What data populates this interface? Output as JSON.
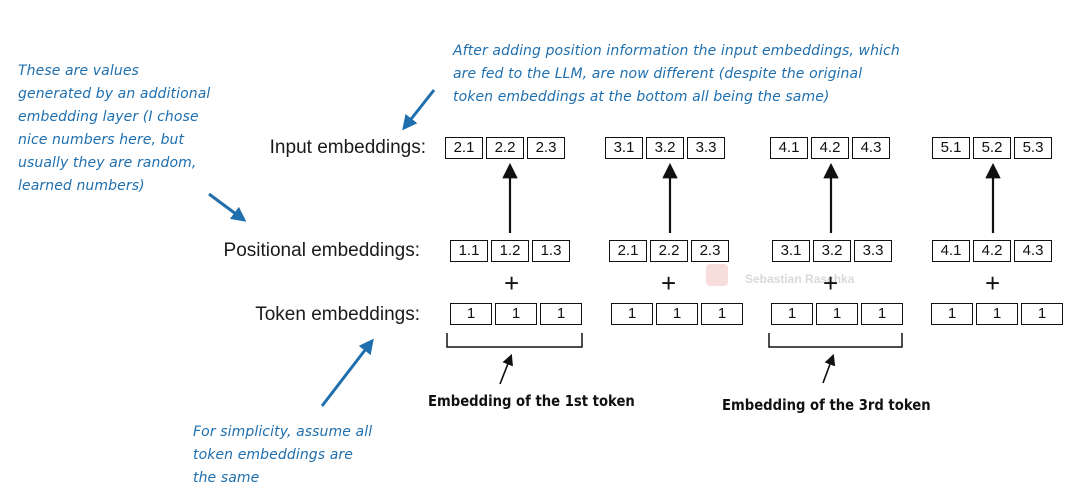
{
  "rows": {
    "input_label": "Input embeddings:",
    "positional_label": "Positional embeddings:",
    "token_label": "Token embeddings:"
  },
  "tokens": [
    {
      "input": [
        "2.1",
        "2.2",
        "2.3"
      ],
      "positional": [
        "1.1",
        "1.2",
        "1.3"
      ],
      "token": [
        "1",
        "1",
        "1"
      ]
    },
    {
      "input": [
        "3.1",
        "3.2",
        "3.3"
      ],
      "positional": [
        "2.1",
        "2.2",
        "2.3"
      ],
      "token": [
        "1",
        "1",
        "1"
      ]
    },
    {
      "input": [
        "4.1",
        "4.2",
        "4.3"
      ],
      "positional": [
        "3.1",
        "3.2",
        "3.3"
      ],
      "token": [
        "1",
        "1",
        "1"
      ]
    },
    {
      "input": [
        "5.1",
        "5.2",
        "5.3"
      ],
      "positional": [
        "4.1",
        "4.2",
        "4.3"
      ],
      "token": [
        "1",
        "1",
        "1"
      ]
    }
  ],
  "plus_symbol": "+",
  "notes": {
    "top": [
      "After adding position information the input embeddings, which",
      "are fed to the LLM, are now different (despite the original",
      "token embeddings at the bottom all being the same)"
    ],
    "left": [
      "These are values",
      "generated by an additional",
      "embedding layer (I chose",
      "nice numbers here, but",
      "usually they are random,",
      "learned numbers)"
    ],
    "bottom": [
      "For simplicity, assume all",
      "token embeddings are",
      "the same"
    ]
  },
  "captions": {
    "first": "Embedding of the 1st token",
    "third": "Embedding of the 3rd token"
  },
  "watermark": "Sebastian Raschka",
  "colors": {
    "annotation": "#1f6fae",
    "ink": "#111111"
  }
}
